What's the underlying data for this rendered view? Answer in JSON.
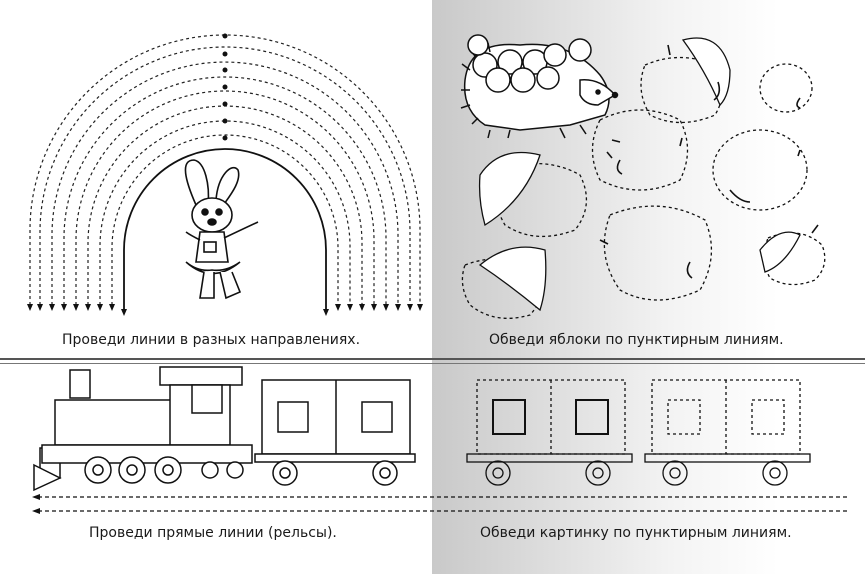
{
  "captions": {
    "top_left": "Проведи линии в разных направлениях.",
    "top_right": "Обведи яблоки по пунктирным линиям.",
    "bottom_left": "Проведи прямые линии (рельсы).",
    "bottom_right": "Обведи картинку по пунктирным линиям."
  },
  "colors": {
    "ink": "#1a1a1a",
    "fold_shadow": "#c9c9c9"
  }
}
